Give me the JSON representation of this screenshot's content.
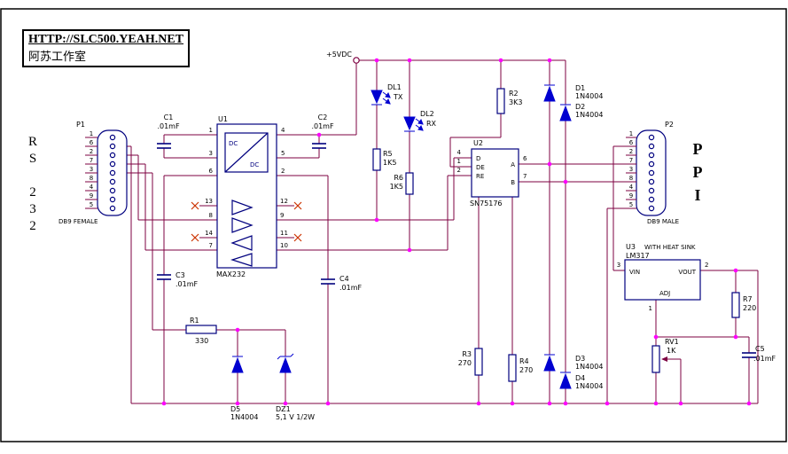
{
  "frame": {
    "title_url": "HTTP://SLC500.YEAH.NET",
    "title_studio": "阿苏工作室"
  },
  "labels": {
    "rs232": "RS 232",
    "ppi": "PPI",
    "power": "+5VDC"
  },
  "connectors": {
    "p1": {
      "ref": "P1",
      "type": "DB9 FEMALE",
      "pins": [
        "1",
        "6",
        "2",
        "7",
        "3",
        "8",
        "4",
        "9",
        "5"
      ]
    },
    "p2": {
      "ref": "P2",
      "type": "DB9 MALE",
      "pins": [
        "1",
        "6",
        "2",
        "7",
        "3",
        "8",
        "4",
        "9",
        "5"
      ]
    }
  },
  "ics": {
    "u1": {
      "ref": "U1",
      "part": "MAX232",
      "dc": "DC",
      "pins": {
        "p1": "1",
        "p2": "2",
        "p3": "3",
        "p4": "4",
        "p5": "5",
        "p6": "6",
        "p7": "7",
        "p8": "8",
        "p9": "9",
        "p10": "10",
        "p11": "11",
        "p12": "12",
        "p13": "13",
        "p14": "14"
      }
    },
    "u2": {
      "ref": "U2",
      "part": "SN75176",
      "pins": {
        "n1": "1",
        "n2": "2",
        "n4": "4",
        "n6": "6",
        "n7": "7"
      },
      "sig": {
        "d": "D",
        "de": "DE",
        "re": "RE",
        "a": "A",
        "b": "B"
      }
    },
    "u3": {
      "ref": "U3",
      "note": "WITH HEAT SINK",
      "part": "LM317",
      "pins": {
        "n1": "1",
        "n2": "2",
        "n3": "3"
      },
      "sig": {
        "vin": "VIN",
        "vout": "VOUT",
        "adj": "ADJ"
      }
    }
  },
  "parts": {
    "c1": {
      "ref": "C1",
      "value": ".01mF"
    },
    "c2": {
      "ref": "C2",
      "value": ".01mF"
    },
    "c3": {
      "ref": "C3",
      "value": ".01mF"
    },
    "c4": {
      "ref": "C4",
      "value": ".01mF"
    },
    "c5": {
      "ref": "C5",
      "value": ".01mF"
    },
    "r1": {
      "ref": "R1",
      "value": "330"
    },
    "r2": {
      "ref": "R2",
      "value": "3K3"
    },
    "r3": {
      "ref": "R3",
      "value": "270"
    },
    "r4": {
      "ref": "R4",
      "value": "270"
    },
    "r5": {
      "ref": "R5",
      "value": "1K5"
    },
    "r6": {
      "ref": "R6",
      "value": "1K5"
    },
    "r7": {
      "ref": "R7",
      "value": "220"
    },
    "rv1": {
      "ref": "RV1",
      "value": "1K"
    },
    "d1": {
      "ref": "D1",
      "value": "1N4004"
    },
    "d2": {
      "ref": "D2",
      "value": "1N4004"
    },
    "d3": {
      "ref": "D3",
      "value": "1N4004"
    },
    "d4": {
      "ref": "D4",
      "value": "1N4004"
    },
    "d5": {
      "ref": "D5",
      "value": "1N4004"
    },
    "dz1": {
      "ref": "DZ1",
      "value": "5,1 V 1/2W"
    },
    "dl1": {
      "ref": "DL1",
      "value": "TX"
    },
    "dl2": {
      "ref": "DL2",
      "value": "RX"
    }
  }
}
